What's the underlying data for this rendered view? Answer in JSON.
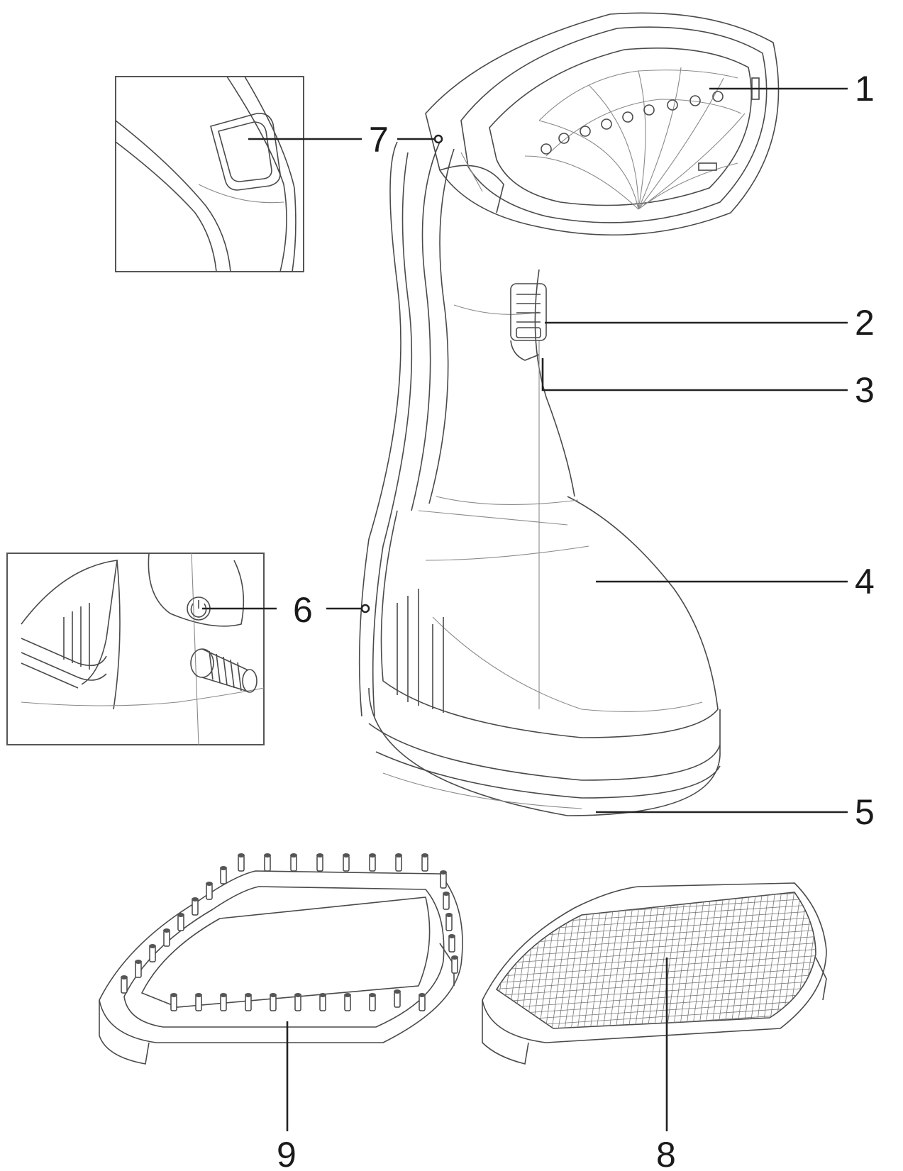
{
  "callouts": [
    {
      "id": "1",
      "text": "1"
    },
    {
      "id": "2",
      "text": "2"
    },
    {
      "id": "3",
      "text": "3"
    },
    {
      "id": "4",
      "text": "4"
    },
    {
      "id": "5",
      "text": "5"
    },
    {
      "id": "6",
      "text": "6"
    },
    {
      "id": "7",
      "text": "7"
    },
    {
      "id": "8",
      "text": "8"
    },
    {
      "id": "9",
      "text": "9"
    }
  ],
  "icons": {
    "power": "power-icon"
  }
}
